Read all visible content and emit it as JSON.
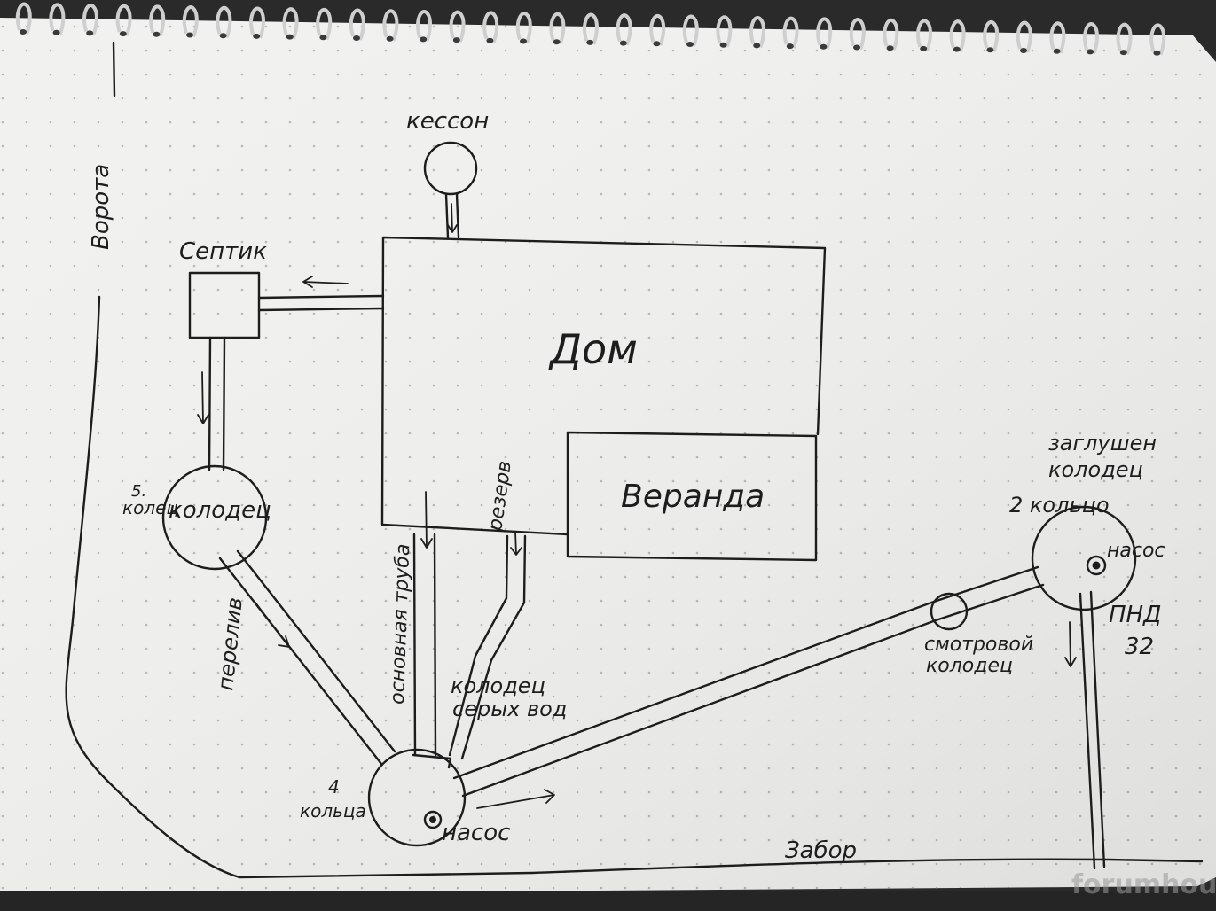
{
  "labels": {
    "gate": "Ворота",
    "caisson": "кессон",
    "septic": "Септик",
    "house": "Дом",
    "veranda": "Веранда",
    "well_5_rings_count": "5.",
    "well_5_rings_word": "колец",
    "well": "колодец",
    "overflow": "перелив",
    "main_pipe": "основная труба",
    "reserve": "резерв",
    "greywater_well_line1": "колодец",
    "greywater_well_line2": "серых вод",
    "rings_4_count": "4",
    "rings_4_word": "кольца",
    "pump_bottom": "насос",
    "fence": "Забор",
    "inspection_well_line1": "смотровой",
    "inspection_well_line2": "колодец",
    "plugged_well_line1": "заглушен",
    "plugged_well_line2": "колодец",
    "rings_2": "2 кольцо",
    "pump_right": "насос",
    "pipe_type_line1": "ПНД",
    "pipe_type_line2": "32",
    "watermark": "forumhouse"
  },
  "colors": {
    "paper": "#f1f1ef",
    "ink": "#1d1d1d",
    "background": "#2a2a2a"
  }
}
